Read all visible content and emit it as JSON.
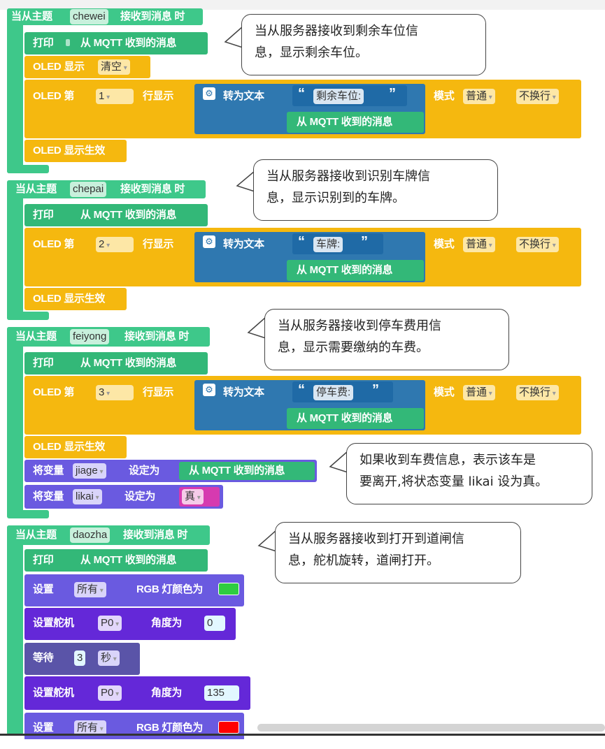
{
  "blocks": {
    "when_topic_prefix": "当从主题",
    "when_topic_suffix": "接收到消息 时",
    "print_label": "打印",
    "mqtt_msg": "从 MQTT 收到的消息",
    "oled_show": "OLED 显示",
    "clear_option": "清空",
    "oled_line_prefix": "OLED 第",
    "oled_line_suffix": "行显示",
    "to_text": "转为文本",
    "open_quote": "“",
    "close_quote": "”",
    "mode_label": "模式",
    "mode_value": "普通",
    "wrap_value": "不换行",
    "oled_apply": "OLED 显示生效",
    "set_var_prefix": "将变量",
    "set_var_suffix": "设定为",
    "true_value": "真",
    "set_label": "设置",
    "all_option": "所有",
    "rgb_label": "RGB 灯颜色为",
    "servo_label": "设置舵机",
    "angle_label": "角度为",
    "wait_label": "等待",
    "sec_unit": "秒"
  },
  "topics": [
    {
      "name": "chewei",
      "line": "1",
      "text": "剩余车位:"
    },
    {
      "name": "chepai",
      "line": "2",
      "text": "车牌:"
    },
    {
      "name": "feiyong",
      "line": "3",
      "text": "停车费:"
    },
    {
      "name": "daozha"
    }
  ],
  "variables": {
    "jiage": "jiage",
    "likai": "likai"
  },
  "servo": {
    "pin": "P0",
    "angle1": "0",
    "angle2": "135",
    "wait": "3"
  },
  "colors": {
    "rgb1": "#2ecc40",
    "rgb2": "#ff0000"
  },
  "notes": [
    "当从服务器接收到剩余车位信息，显示剩余车位。",
    "当从服务器接收到识别车牌信息，显示识别到的车牌。",
    "当从服务器接收到停车费用信息，显示需要缴纳的车费。",
    "如果收到车费信息，表示该车是要离开,将状态变量 likai 设为真。",
    "当从服务器接收到打开到道闸信息，舵机旋转，道闸打开。"
  ],
  "notes_lines": [
    [
      "当从服务器接收到剩余车位信",
      "息，显示剩余车位。"
    ],
    [
      "当从服务器接收到识别车牌信",
      "息，显示识别到的车牌。"
    ],
    [
      "当从服务器接收到停车费用信",
      "息，显示需要缴纳的车费。"
    ],
    [
      "如果收到车费信息，表示该车是",
      "要离开,将状态变量 likai 设为真。"
    ],
    [
      "当从服务器接收到打开到道闸信",
      "息，舵机旋转，道闸打开。"
    ]
  ]
}
